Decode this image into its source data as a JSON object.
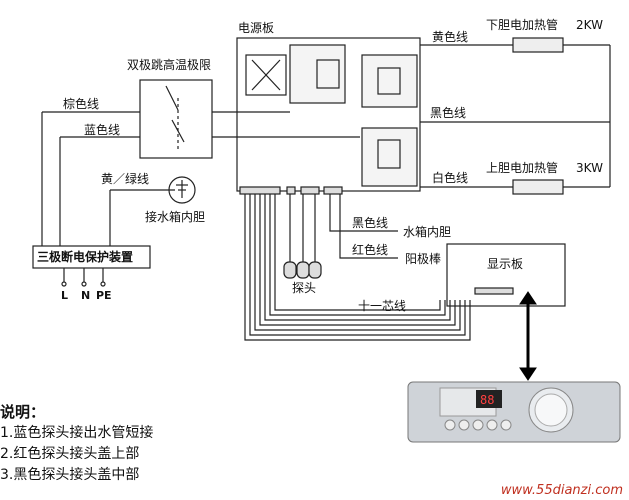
{
  "labels": {
    "power_board": "电源板",
    "double_pole_limit": "双极跳高温极限",
    "brown_wire": "棕色线",
    "blue_wire": "蓝色线",
    "yellow_green_wire": "黄／绿线",
    "tank_inner": "接水箱内胆",
    "protector": "三极断电保护装置",
    "term_l": "L",
    "term_n": "N",
    "term_pe": "PE",
    "yellow_wire": "黄色线",
    "lower_heater": "下胆电加热管",
    "lower_power": "2KW",
    "black_wire_right": "黑色线",
    "white_wire": "白色线",
    "upper_heater": "上胆电加热管",
    "upper_power": "3KW",
    "black_wire_probe": "黑色线",
    "water_tank_inner": "水箱内胆",
    "red_wire": "红色线",
    "anode_rod": "阳极棒",
    "display_board": "显示板",
    "probe": "探头",
    "eleven_core": "十一芯线",
    "panel_readout": "88"
  },
  "notes": {
    "title": "说明：",
    "items": [
      "1.蓝色探头接出水管短接",
      "2.红色探头接头盖上部",
      "3.黑色探头接头盖中部"
    ]
  },
  "watermark": "www.55dianzi.com"
}
